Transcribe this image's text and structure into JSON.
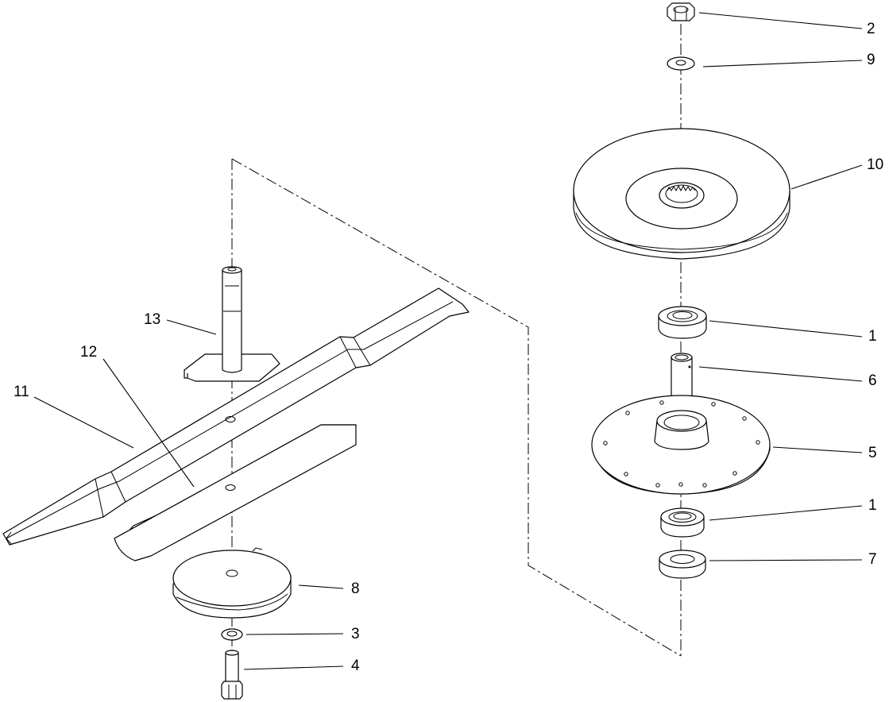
{
  "diagram": {
    "callouts": [
      "2",
      "9",
      "10",
      "1",
      "6",
      "5",
      "1",
      "7",
      "13",
      "12",
      "11",
      "8",
      "3",
      "4"
    ],
    "parts": [
      "hex-nut",
      "flat-washer",
      "pulley",
      "bearing",
      "spacer",
      "housing",
      "bearing",
      "seal",
      "spindle-shaft",
      "blade-stiffener",
      "blade",
      "anti-scalp-cup",
      "lock-washer",
      "cap-screw"
    ]
  }
}
